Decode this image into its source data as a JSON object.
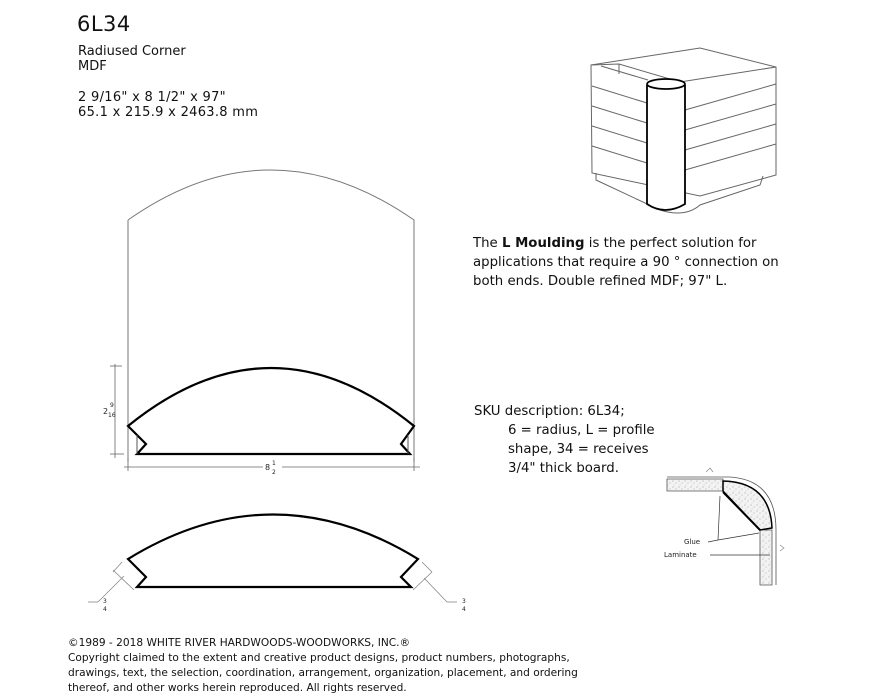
{
  "product": {
    "code": "6L34",
    "name": "Radiused Corner",
    "material": "MDF",
    "dimensions_imperial": "2 9/16\" x 8 1/2\" x 97\"",
    "dimensions_metric": "65.1 x 215.9 x 2463.8 mm"
  },
  "description": {
    "prefix": "The ",
    "bold": "L Moulding",
    "line1_rest": " is the perfect solution for",
    "line2": "applications that require a 90 ° connection on",
    "line3": "both ends.  Double refined MDF; 97\" L."
  },
  "sku": {
    "line1": "SKU description:  6L34;",
    "line2": "6 = radius, L = profile",
    "line3": "shape, 34 = receives",
    "line4": "3/4\"   thick board."
  },
  "drawing": {
    "profile_height_label": "2 9/16\"",
    "profile_height_whole": "2",
    "profile_height_num": "9",
    "profile_height_den": "16",
    "profile_width_label": "8 1/2\"",
    "profile_width_whole": "8",
    "profile_width_num": "1",
    "profile_width_den": "2",
    "notch_label_num": "3",
    "notch_label_den": "4",
    "detail_label_glue": "Glue",
    "detail_label_laminate": "Laminate"
  },
  "footer": {
    "line1": "©1989 - 2018 WHITE RIVER HARDWOODS-WOODWORKS, INC.®",
    "line2": "Copyright claimed to the extent and creative product designs, product numbers, photographs,",
    "line3": "drawings, text, the selection, coordination, arrangement, organization, placement, and ordering",
    "line4": "thereof, and other works herein reproduced. All rights reserved."
  }
}
